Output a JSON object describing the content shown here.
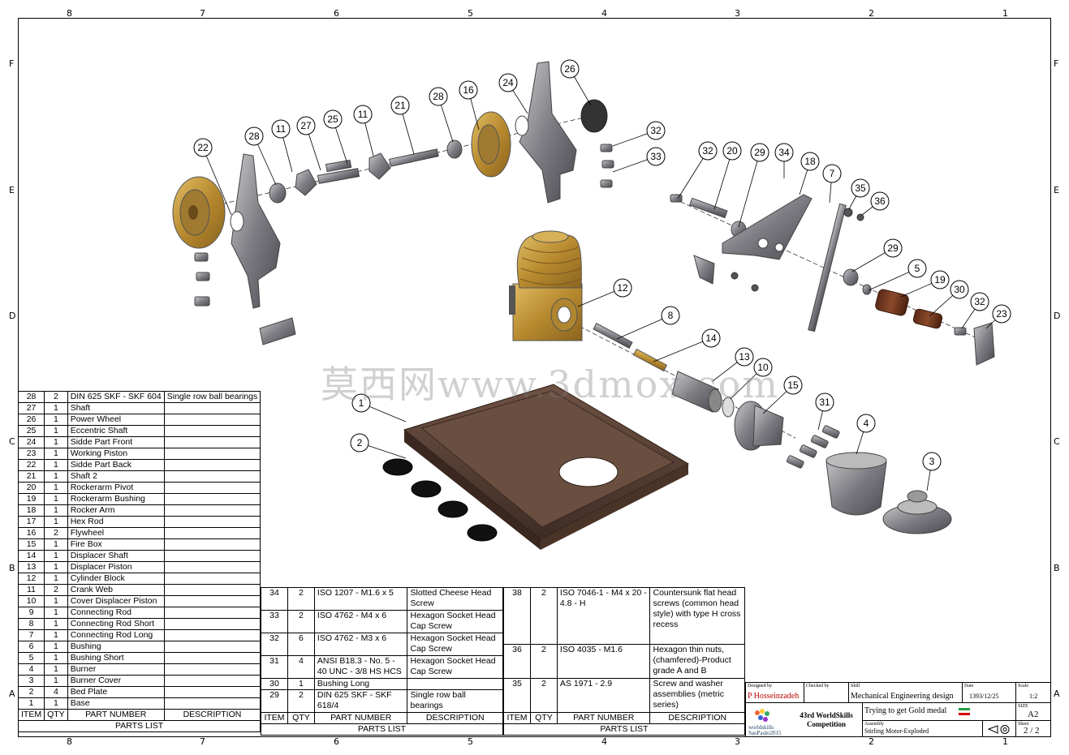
{
  "zones_top": [
    "8",
    "7",
    "6",
    "5",
    "4",
    "3",
    "2",
    "1"
  ],
  "zones_side": [
    "F",
    "E",
    "D",
    "C",
    "B",
    "A"
  ],
  "watermark": "莫西网www.3dmox.com",
  "parts_list_1": {
    "rows": [
      [
        "28",
        "2",
        "DIN 625 SKF - SKF 604",
        "Single row ball bearings"
      ],
      [
        "27",
        "1",
        "Shaft",
        ""
      ],
      [
        "26",
        "1",
        "Power Wheel",
        ""
      ],
      [
        "25",
        "1",
        "Eccentric Shaft",
        ""
      ],
      [
        "24",
        "1",
        "Sidde Part Front",
        ""
      ],
      [
        "23",
        "1",
        "Working Piston",
        ""
      ],
      [
        "22",
        "1",
        "Sidde Part Back",
        ""
      ],
      [
        "21",
        "1",
        "Shaft 2",
        ""
      ],
      [
        "20",
        "1",
        "Rockerarm Pivot",
        ""
      ],
      [
        "19",
        "1",
        "Rockerarm Bushing",
        ""
      ],
      [
        "18",
        "1",
        "Rocker Arm",
        ""
      ],
      [
        "17",
        "1",
        "Hex Rod",
        ""
      ],
      [
        "16",
        "2",
        "Flywheel",
        ""
      ],
      [
        "15",
        "1",
        "Fire Box",
        ""
      ],
      [
        "14",
        "1",
        "Displacer Shaft",
        ""
      ],
      [
        "13",
        "1",
        "Displacer Piston",
        ""
      ],
      [
        "12",
        "1",
        "Cylinder Block",
        ""
      ],
      [
        "11",
        "2",
        "Crank Web",
        ""
      ],
      [
        "10",
        "1",
        "Cover Displacer Piston",
        ""
      ],
      [
        "9",
        "1",
        "Connecting Rod",
        ""
      ],
      [
        "8",
        "1",
        "Connecting Rod Short",
        ""
      ],
      [
        "7",
        "1",
        "Connecting Rod Long",
        ""
      ],
      [
        "6",
        "1",
        "Bushing",
        ""
      ],
      [
        "5",
        "1",
        "Bushing Short",
        ""
      ],
      [
        "4",
        "1",
        "Burner",
        ""
      ],
      [
        "3",
        "1",
        "Burner Cover",
        ""
      ],
      [
        "2",
        "4",
        "Bed Plate",
        ""
      ],
      [
        "1",
        "1",
        "Base",
        ""
      ]
    ]
  },
  "parts_list_2": {
    "rows": [
      [
        "34",
        "2",
        "ISO 1207 - M1.6 x 5",
        "Slotted Cheese Head Screw"
      ],
      [
        "33",
        "2",
        "ISO 4762 - M4 x 6",
        "Hexagon Socket Head Cap Screw"
      ],
      [
        "32",
        "6",
        "ISO 4762 - M3 x 6",
        "Hexagon Socket Head Cap Screw"
      ],
      [
        "31",
        "4",
        "ANSI B18.3 - No. 5 - 40 UNC - 3/8 HS HCS",
        "Hexagon Socket Head Cap Screw"
      ],
      [
        "30",
        "1",
        "Bushing Long",
        ""
      ],
      [
        "29",
        "2",
        "DIN 625 SKF - SKF 618/4",
        "Single row ball bearings"
      ]
    ]
  },
  "parts_list_3": {
    "rows": [
      [
        "38",
        "2",
        "ISO 7046-1 - M4 x 20 - 4.8 - H",
        "Countersunk flat head screws (common head style) with type H cross recess"
      ],
      [
        "36",
        "2",
        "ISO 4035 - M1.6",
        "Hexagon thin nuts,(chamfered)-Product grade A and B"
      ],
      [
        "35",
        "2",
        "AS 1971 - 2.9",
        "Screw and washer assemblies (metric series)"
      ]
    ]
  },
  "headers": {
    "item": "ITEM",
    "qty": "QTY",
    "part": "PART NUMBER",
    "desc": "DESCRIPTION",
    "parts_list": "PARTS LIST"
  },
  "title_block": {
    "designed_by_label": "Designed by",
    "designed_by": "P Hosseinzadeh",
    "checked_by_label": "Checked by",
    "skill_label": "Skill",
    "skill": "Mechanical Engineering design",
    "date_label": "Date",
    "date": "1393/12/25",
    "scale_label": "Scale",
    "scale": "1:2",
    "competition": "43rd WorldSkills Competition",
    "logo_text": "worldskills SaoPaulo2015",
    "motto": "Trying to get Gold medal",
    "size_label": "SIZE",
    "size": "A2",
    "assembly_label": "Assembly",
    "assembly": "Stirling Motor-Exploded",
    "sheet_label": "Sheet",
    "sheet": "2 / 2"
  },
  "balloons": [
    "1",
    "2",
    "3",
    "4",
    "5",
    "7",
    "8",
    "10",
    "11",
    "11",
    "12",
    "13",
    "14",
    "15",
    "16",
    "18",
    "19",
    "20",
    "21",
    "22",
    "23",
    "24",
    "25",
    "26",
    "27",
    "28",
    "28",
    "29",
    "29",
    "30",
    "31",
    "32",
    "32",
    "32",
    "33",
    "34",
    "35",
    "36"
  ],
  "colors": {
    "brass": "#c9a24a",
    "steel": "#8a8a8e",
    "wood": "#5a4236"
  }
}
